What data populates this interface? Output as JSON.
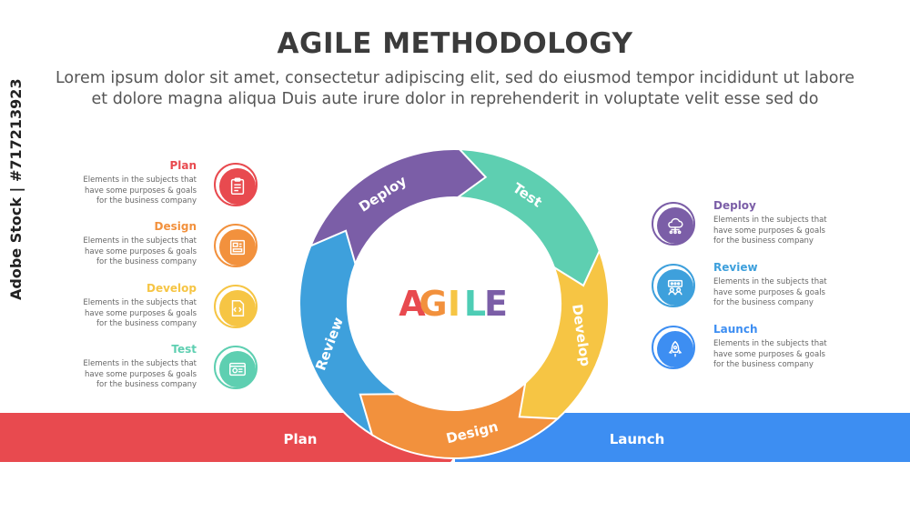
{
  "title": "AGILE METHODOLOGY",
  "subtitle_line1": "Lorem ipsum dolor sit amet, consectetur adipiscing elit, sed do eiusmod tempor incididunt ut labore",
  "subtitle_line2": "et dolore magna aliqua Duis aute irure dolor in reprehenderit in voluptate velit esse sed do",
  "center_word": [
    {
      "char": "A",
      "color": "#e84a4f"
    },
    {
      "char": "G",
      "color": "#f2913d"
    },
    {
      "char": "I",
      "color": "#f6c544"
    },
    {
      "char": "L",
      "color": "#4ecdb5"
    },
    {
      "char": "E",
      "color": "#7b5ea7"
    }
  ],
  "cycle": [
    {
      "label": "Deploy",
      "color": "#7b5ea7"
    },
    {
      "label": "Test",
      "color": "#5ecfb1"
    },
    {
      "label": "Develop",
      "color": "#f6c544"
    },
    {
      "label": "Design",
      "color": "#f2913d"
    },
    {
      "label": "Review",
      "color": "#3ea0dc"
    }
  ],
  "bars": {
    "plan": {
      "label": "Plan",
      "color": "#e84a4f"
    },
    "launch": {
      "label": "Launch",
      "color": "#3d8ef2"
    }
  },
  "left_items": [
    {
      "label": "Plan",
      "color": "#e84a4f",
      "icon": "clipboard-icon",
      "desc": [
        "Elements in the subjects that",
        "have  some purposes & goals",
        "for  the  business company"
      ]
    },
    {
      "label": "Design",
      "color": "#f2913d",
      "icon": "blueprint-icon",
      "desc": [
        "Elements in the subjects that",
        "have  some purposes & goals",
        "for  the  business company"
      ]
    },
    {
      "label": "Develop",
      "color": "#f6c544",
      "icon": "code-file-icon",
      "desc": [
        "Elements in the subjects that",
        "have  some purposes & goals",
        "for  the  business company"
      ]
    },
    {
      "label": "Test",
      "color": "#5ecfb1",
      "icon": "test-window-icon",
      "desc": [
        "Elements in the subjects that",
        "have  some purposes & goals",
        "for  the  business company"
      ]
    }
  ],
  "right_items": [
    {
      "label": "Deploy",
      "color": "#7b5ea7",
      "icon": "cloud-network-icon",
      "desc": [
        "Elements in the subjects that",
        "have  some purposes & goals",
        "for  the  business company"
      ]
    },
    {
      "label": "Review",
      "color": "#3ea0dc",
      "icon": "team-review-icon",
      "desc": [
        "Elements in the subjects that",
        "have  some purposes & goals",
        "for  the  business company"
      ]
    },
    {
      "label": "Launch",
      "color": "#3d8ef2",
      "icon": "rocket-icon",
      "desc": [
        "Elements in the subjects that",
        "have  some purposes & goals",
        "for  the  business company"
      ]
    }
  ],
  "watermark": "Adobe Stock | #717213923"
}
